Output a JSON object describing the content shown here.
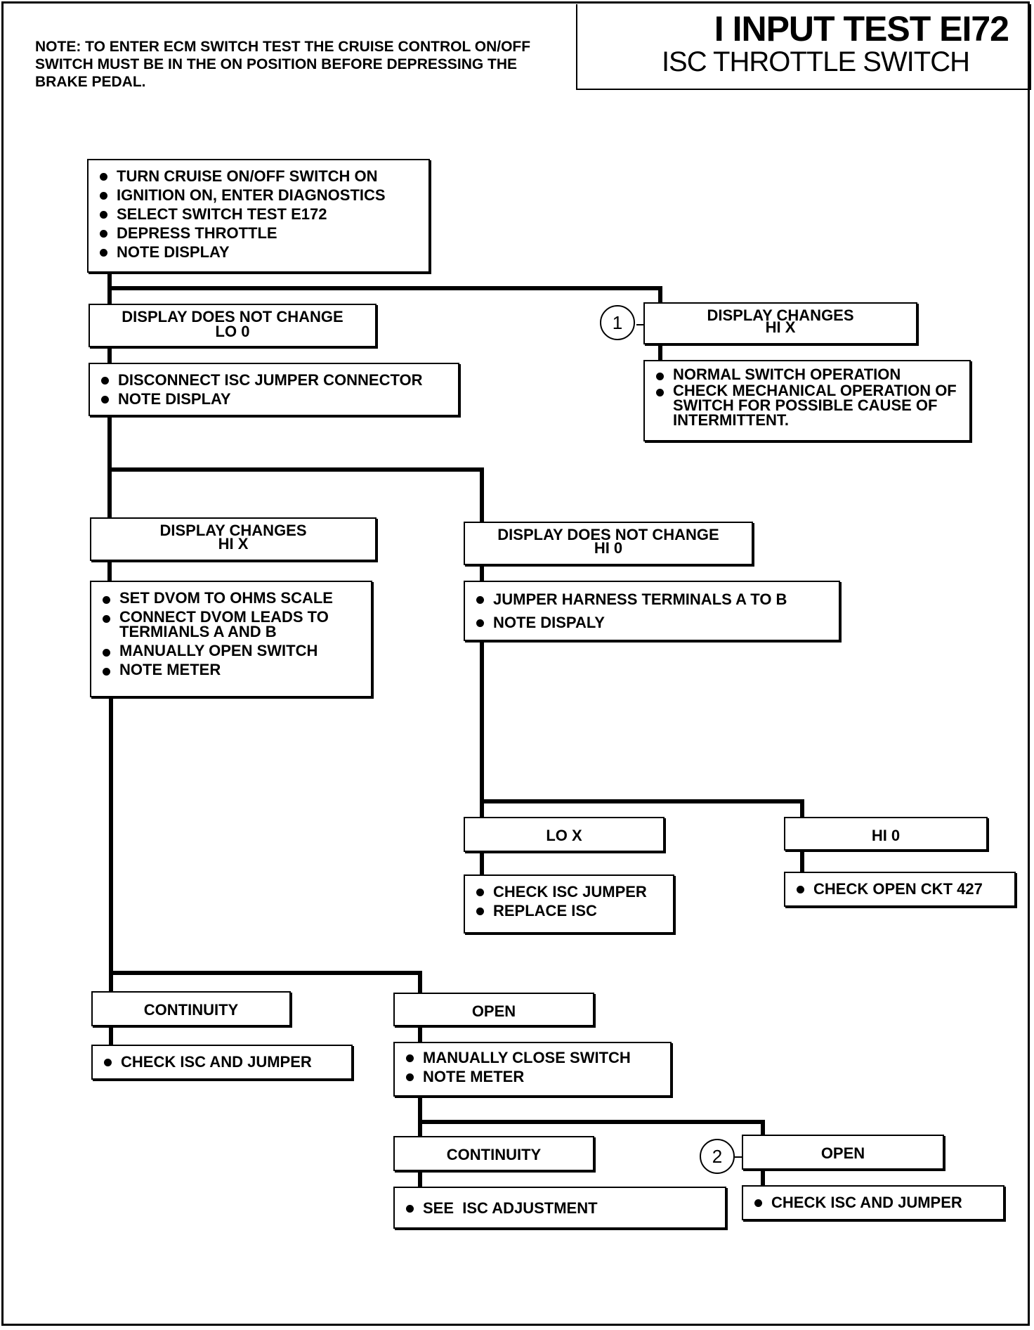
{
  "header": {
    "title": "I INPUT TEST EI72",
    "subtitle": "ISC THROTTLE SWITCH",
    "note": "NOTE: TO ENTER ECM SWITCH TEST THE CRUISE CONTROL ON/OFF SWITCH MUST BE IN THE ON POSITION BEFORE DEPRESSING THE BRAKE PEDAL."
  },
  "steps": {
    "start": [
      "TURN CRUISE ON/OFF SWITCH ON",
      "IGNITION ON, ENTER DIAGNOSTICS",
      "SELECT SWITCH TEST E172",
      "DEPRESS THROTTLE",
      "NOTE DISPLAY"
    ],
    "result_no_change_lo0": [
      "DISPLAY DOES NOT CHANGE",
      "LO 0"
    ],
    "result_changes_hix_top": [
      "DISPLAY CHANGES",
      "HI X"
    ],
    "marker_1": "1",
    "normal_op": [
      "NORMAL SWITCH OPERATION",
      "CHECK MECHANICAL OPERATION OF SWITCH  FOR POSSIBLE CAUSE OF INTERMITTENT."
    ],
    "disconnect": [
      "DISCONNECT ISC JUMPER CONNECTOR",
      "NOTE DISPLAY"
    ],
    "result_changes_hix": [
      "DISPLAY CHANGES",
      "HI X"
    ],
    "result_no_change_hi0": [
      "DISPLAY DOES NOT CHANGE",
      "HI 0"
    ],
    "dvom": [
      "SET DVOM TO OHMS SCALE",
      "CONNECT DVOM LEADS TO TERMIANLS A AND B",
      "MANUALLY OPEN SWITCH",
      "NOTE METER"
    ],
    "jumper": [
      "JUMPER HARNESS TERMINALS A TO B",
      "NOTE DISPALY"
    ],
    "lox": "LO X",
    "hi0": "HI 0",
    "check_jumper": [
      "CHECK ISC JUMPER",
      "REPLACE ISC"
    ],
    "check_open_ckt": [
      "CHECK OPEN CKT 427"
    ],
    "continuity_1": "CONTINUITY",
    "open_1": "OPEN",
    "check_isc_jumper_1": [
      "CHECK ISC AND JUMPER"
    ],
    "close_switch": [
      "MANUALLY CLOSE SWITCH",
      "NOTE METER"
    ],
    "continuity_2": "CONTINUITY",
    "open_2": "OPEN",
    "marker_2": "2",
    "see_adjustment": [
      "SEE  ISC ADJUSTMENT"
    ],
    "check_isc_jumper_2": [
      "CHECK ISC AND JUMPER"
    ]
  }
}
